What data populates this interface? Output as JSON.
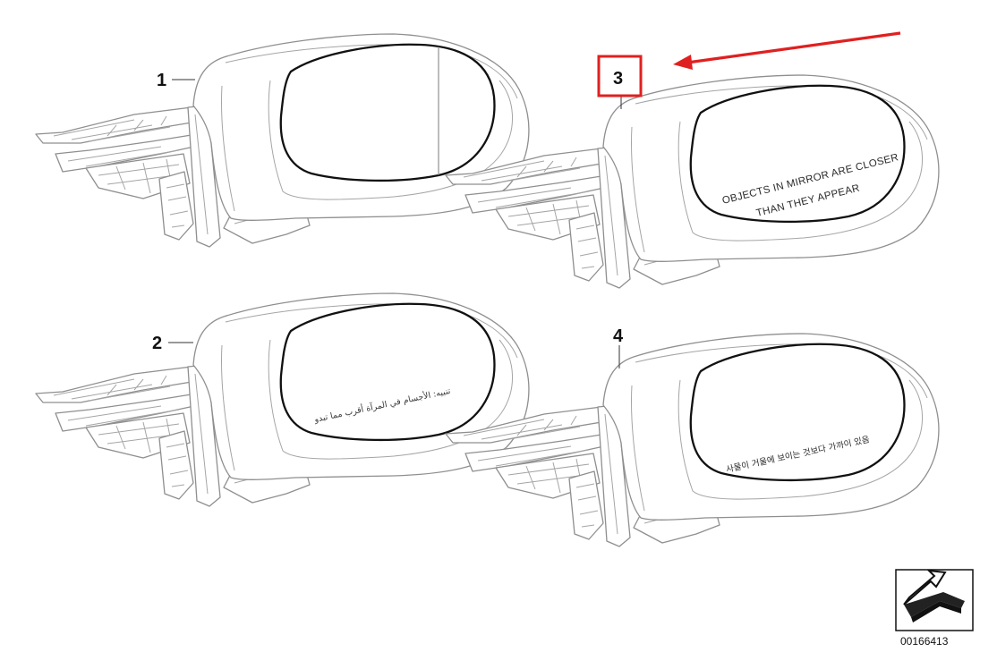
{
  "callouts": {
    "item1": "1",
    "item2": "2",
    "item3": "3",
    "item4": "4"
  },
  "mirror_text": {
    "us_line1": "OBJECTS IN MIRROR ARE CLOSER",
    "us_line2": "THAN THEY APPEAR",
    "arabic_line": "تنبيه: الأجسام في المرآة أقرب مما تبدو",
    "korean_line": "사물이 거울에 보이는 것보다 가까이 있음"
  },
  "diagram_code": "00166413",
  "colors": {
    "highlight": "#e02020",
    "line": "#8f8f8f",
    "glass_border": "#111111"
  },
  "icons": [
    "corner-arrow-icon"
  ]
}
